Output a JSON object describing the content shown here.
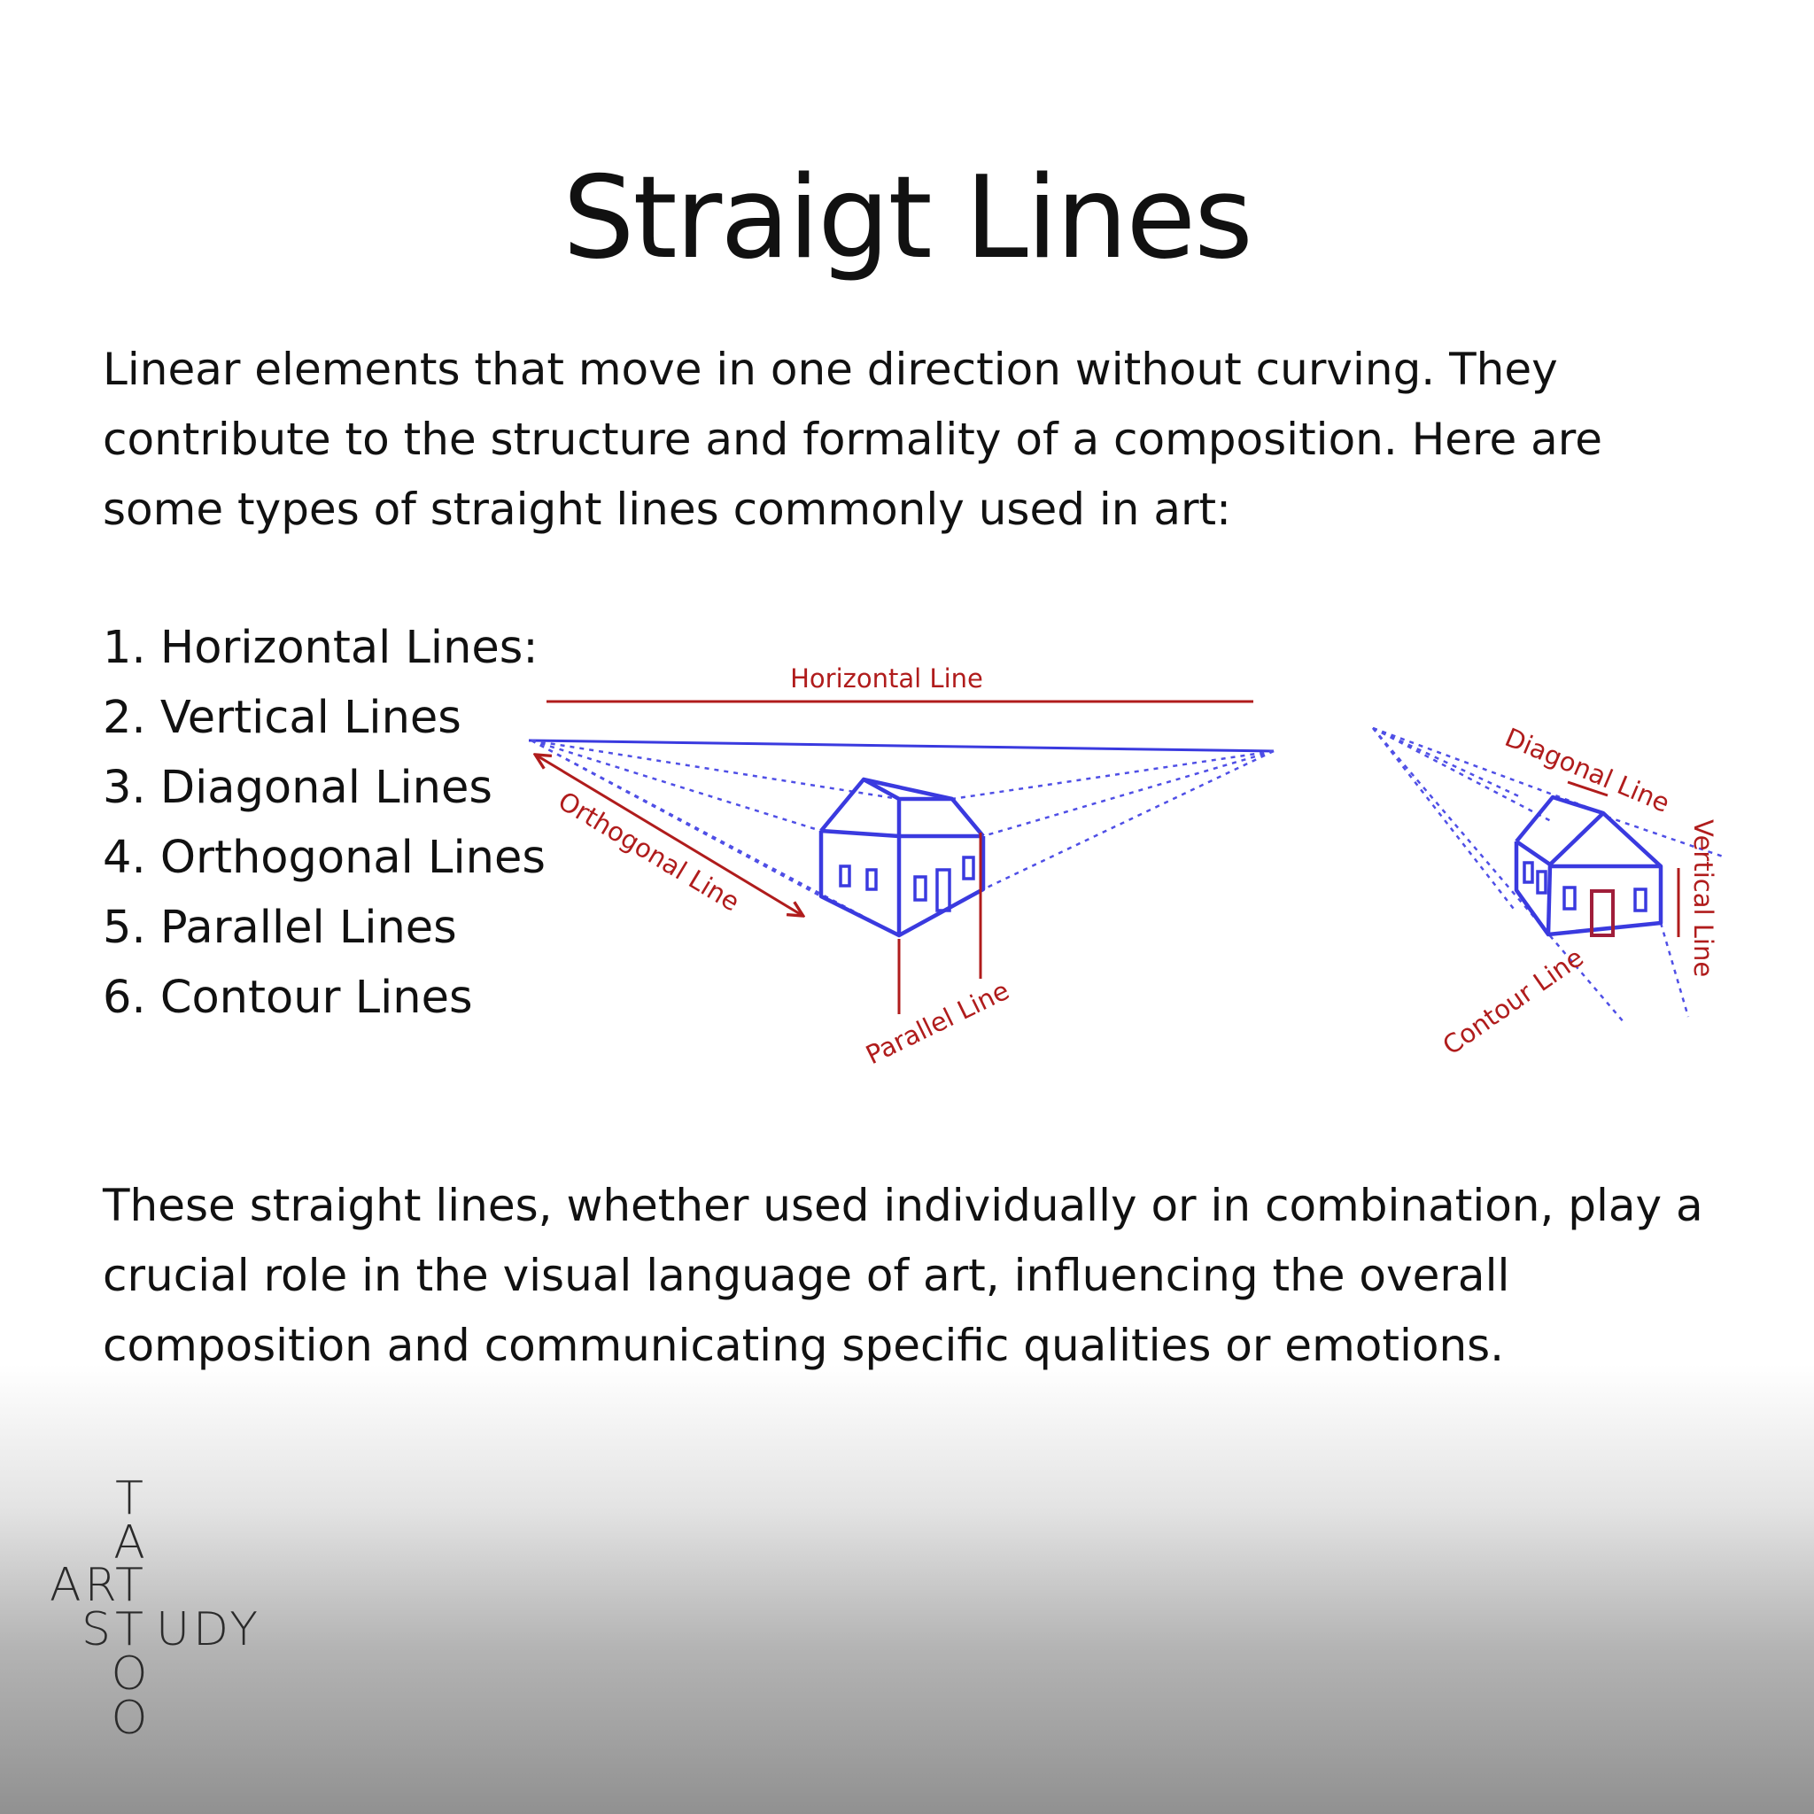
{
  "title": "Straigt Lines",
  "intro": {
    "line1": "Linear elements that move in one direction without curving. They",
    "line2": "contribute to the structure and formality of a composition. Here are",
    "line3": "some types of straight lines commonly used in art:"
  },
  "types": [
    "1. Horizontal Lines:",
    "2. Vertical Lines",
    "3. Diagonal Lines",
    "4. Orthogonal Lines",
    "5. Parallel Lines",
    "6. Contour Lines"
  ],
  "diagram": {
    "labels": {
      "horizontal": "Horizontal Line",
      "orthogonal": "Orthogonal Line",
      "parallel": "Parallel Line",
      "diagonal": "Diagonal Line",
      "vertical": "Vertical Line",
      "contour": "Contour Line"
    },
    "colors": {
      "sketch": "#3a3adf",
      "label": "#b01c1c"
    }
  },
  "closing": {
    "line1": "These straight lines, whether used individually or in combination, play a",
    "line2": "crucial role in the visual language of art, influencing the overall",
    "line3": "composition and communicating specific qualities or emotions."
  },
  "logo": {
    "vertical": [
      "T",
      "A",
      "T",
      "T",
      "O",
      "O"
    ],
    "art": "AR",
    "study_left": "S",
    "study_right": "UDY"
  }
}
